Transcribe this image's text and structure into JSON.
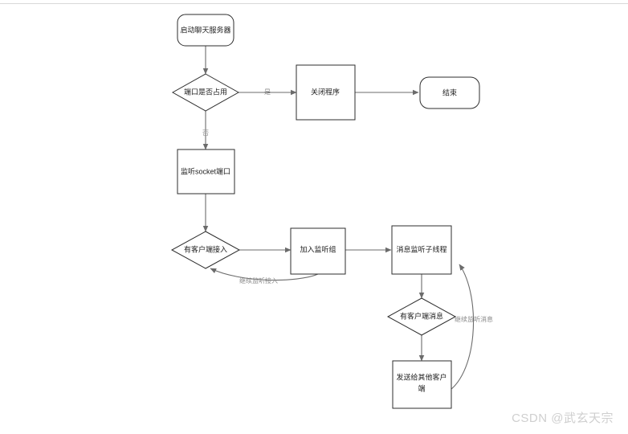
{
  "diagram": {
    "type": "flowchart",
    "title_text": "",
    "colors": {
      "shape_stroke": "#2e2e2e",
      "shape_fill": "#ffffff",
      "connector": "#6b6b6b",
      "node_text": "#222222",
      "edge_label": "#8a8a8a",
      "watermark": "#cfcfcf",
      "topbar": "#d9d9d9"
    },
    "nodes": [
      {
        "id": "start",
        "shape": "rounded-rect",
        "label": "启动聊天服务器"
      },
      {
        "id": "port-check",
        "shape": "diamond",
        "label": "端口是否占用"
      },
      {
        "id": "close-prog",
        "shape": "rect",
        "label": "关闭程序"
      },
      {
        "id": "end",
        "shape": "rounded-rect",
        "label": "结束"
      },
      {
        "id": "listen-socket",
        "shape": "rect",
        "label": "监听socket端口"
      },
      {
        "id": "client-conn",
        "shape": "diamond",
        "label": "有客户端接入"
      },
      {
        "id": "join-group",
        "shape": "rect",
        "label": "加入监听组"
      },
      {
        "id": "msg-thread",
        "shape": "rect",
        "label": "消息监听子线程"
      },
      {
        "id": "has-msg",
        "shape": "diamond",
        "label": "有客户端消息"
      },
      {
        "id": "send-others",
        "shape": "rect",
        "label_line1": "发送给其他客户",
        "label_line2": "端"
      }
    ],
    "edges": [
      {
        "from": "start",
        "to": "port-check",
        "label": ""
      },
      {
        "from": "port-check",
        "to": "close-prog",
        "label": "是"
      },
      {
        "from": "close-prog",
        "to": "end",
        "label": ""
      },
      {
        "from": "port-check",
        "to": "listen-socket",
        "label": "否"
      },
      {
        "from": "listen-socket",
        "to": "client-conn",
        "label": ""
      },
      {
        "from": "client-conn",
        "to": "join-group",
        "label": ""
      },
      {
        "from": "join-group",
        "to": "msg-thread",
        "label": ""
      },
      {
        "from": "join-group",
        "to": "client-conn",
        "label": "继续监听接入"
      },
      {
        "from": "msg-thread",
        "to": "has-msg",
        "label": ""
      },
      {
        "from": "has-msg",
        "to": "send-others",
        "label": ""
      },
      {
        "from": "send-others",
        "to": "msg-thread",
        "label": "继续监听消息"
      }
    ]
  },
  "watermark": {
    "text": "CSDN @武玄天宗"
  }
}
